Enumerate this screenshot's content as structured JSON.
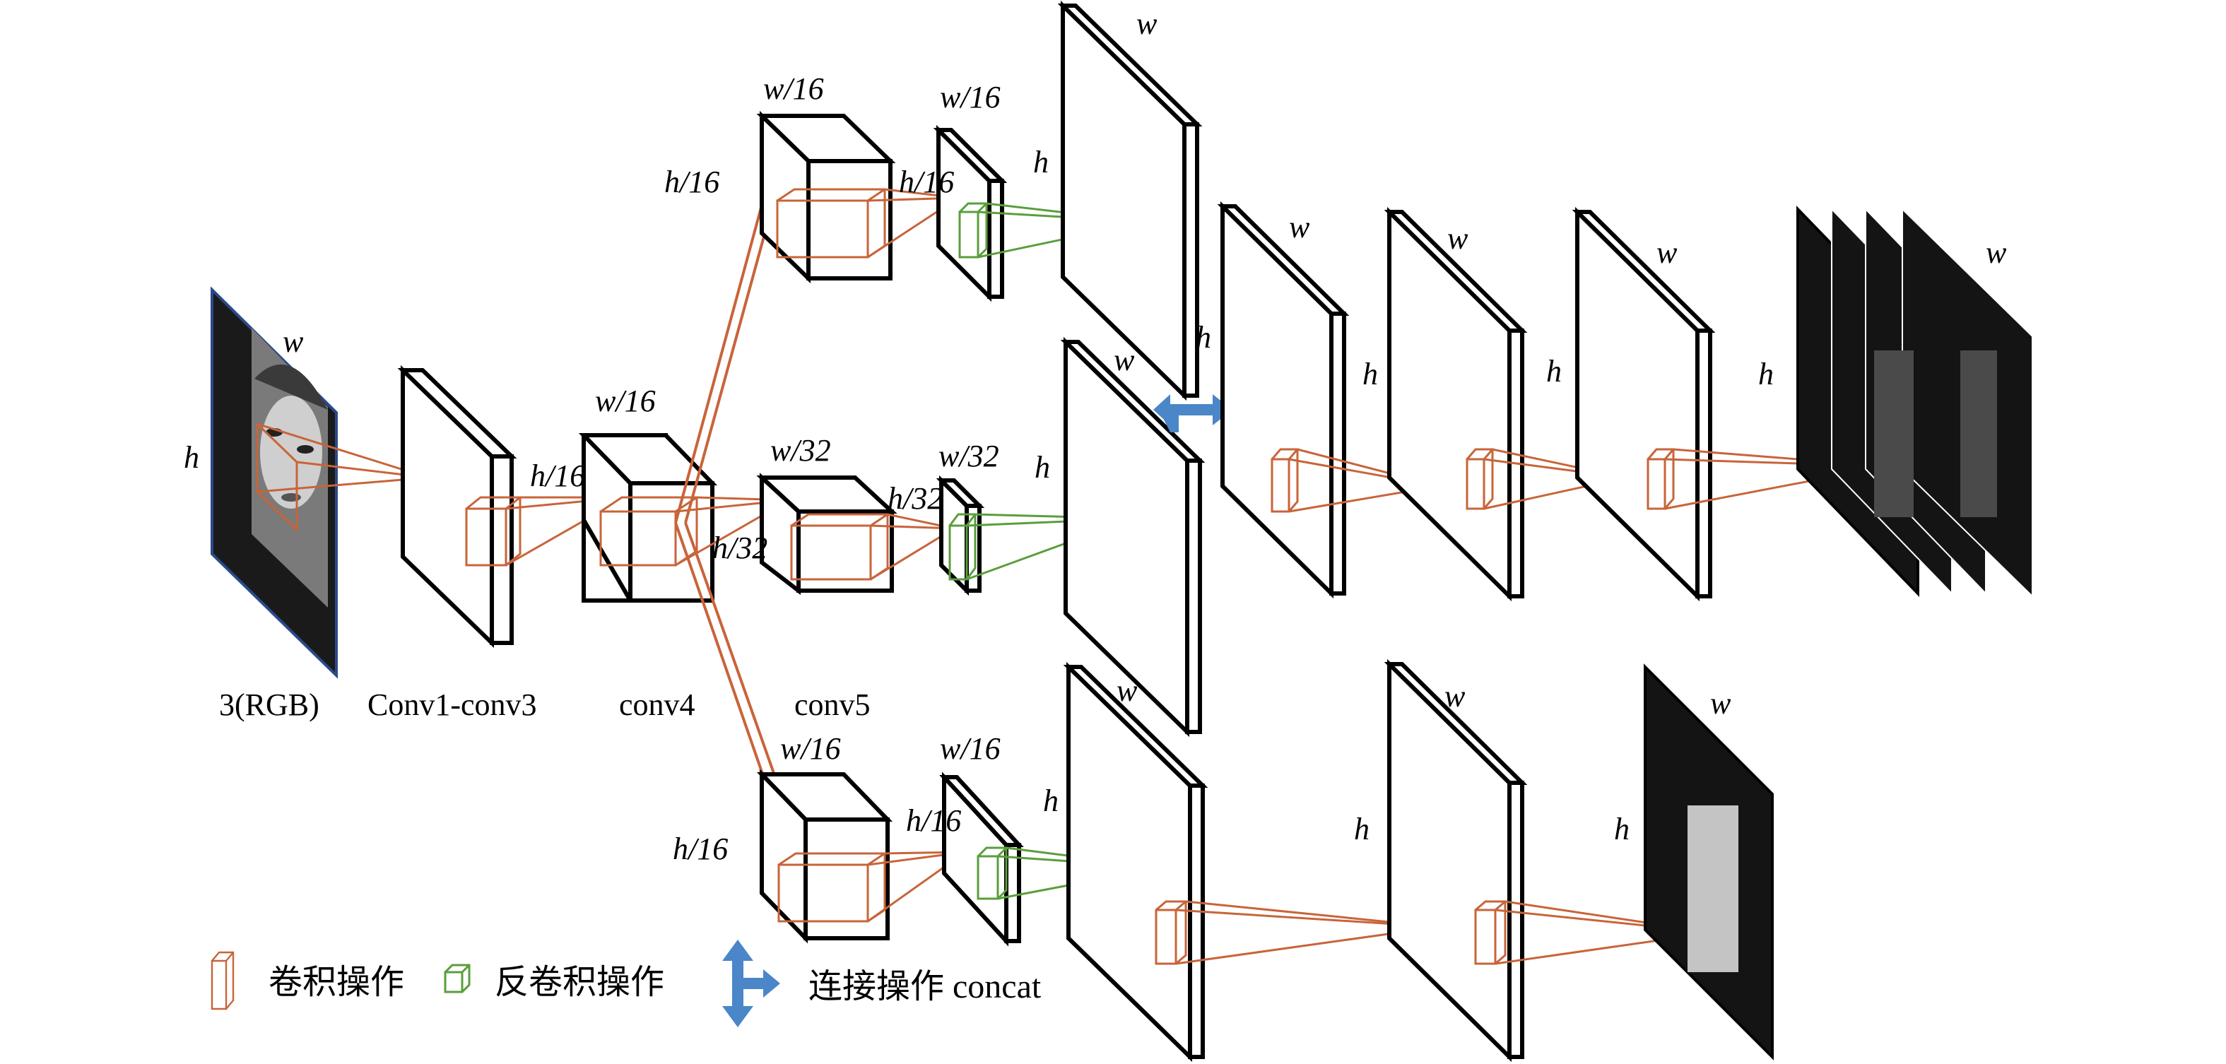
{
  "colors": {
    "conv": "#c8643a",
    "deconv": "#5a9e3c",
    "concat": "#4a86c8",
    "stroke": "#000000",
    "dark_map": "#141414"
  },
  "stage_labels": {
    "input": "3(RGB)",
    "conv1_3": "Conv1-conv3",
    "conv4": "conv4",
    "conv5": "conv5"
  },
  "dims": {
    "w": "w",
    "h": "h",
    "w16": "w/16",
    "h16": "h/16",
    "w32": "w/32",
    "h32": "h/32"
  },
  "legend": {
    "conv_icon": "conv-op-icon",
    "deconv_icon": "deconv-op-icon",
    "concat_icon": "concat-arrow-icon",
    "conv_label": "卷积操作",
    "deconv_label": "反卷积操作",
    "concat_label": "连接操作 concat"
  }
}
